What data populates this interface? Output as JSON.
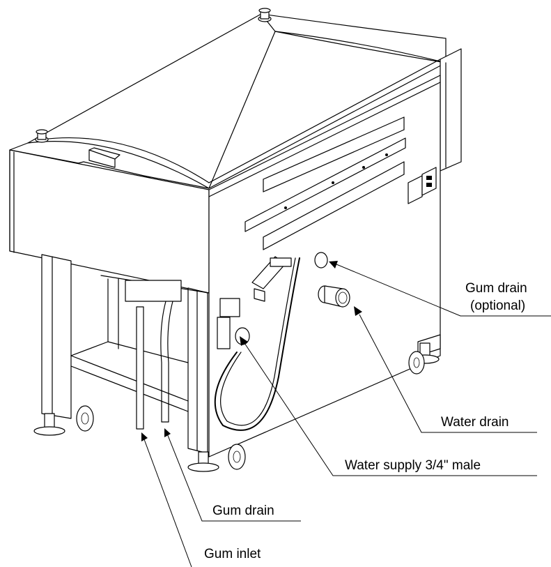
{
  "labels": {
    "gum_drain_optional_line1": "Gum drain",
    "gum_drain_optional_line2": "(optional)",
    "water_drain": "Water drain",
    "water_supply": "Water supply 3/4\" male",
    "gum_drain": "Gum drain",
    "gum_inlet": "Gum inlet"
  }
}
